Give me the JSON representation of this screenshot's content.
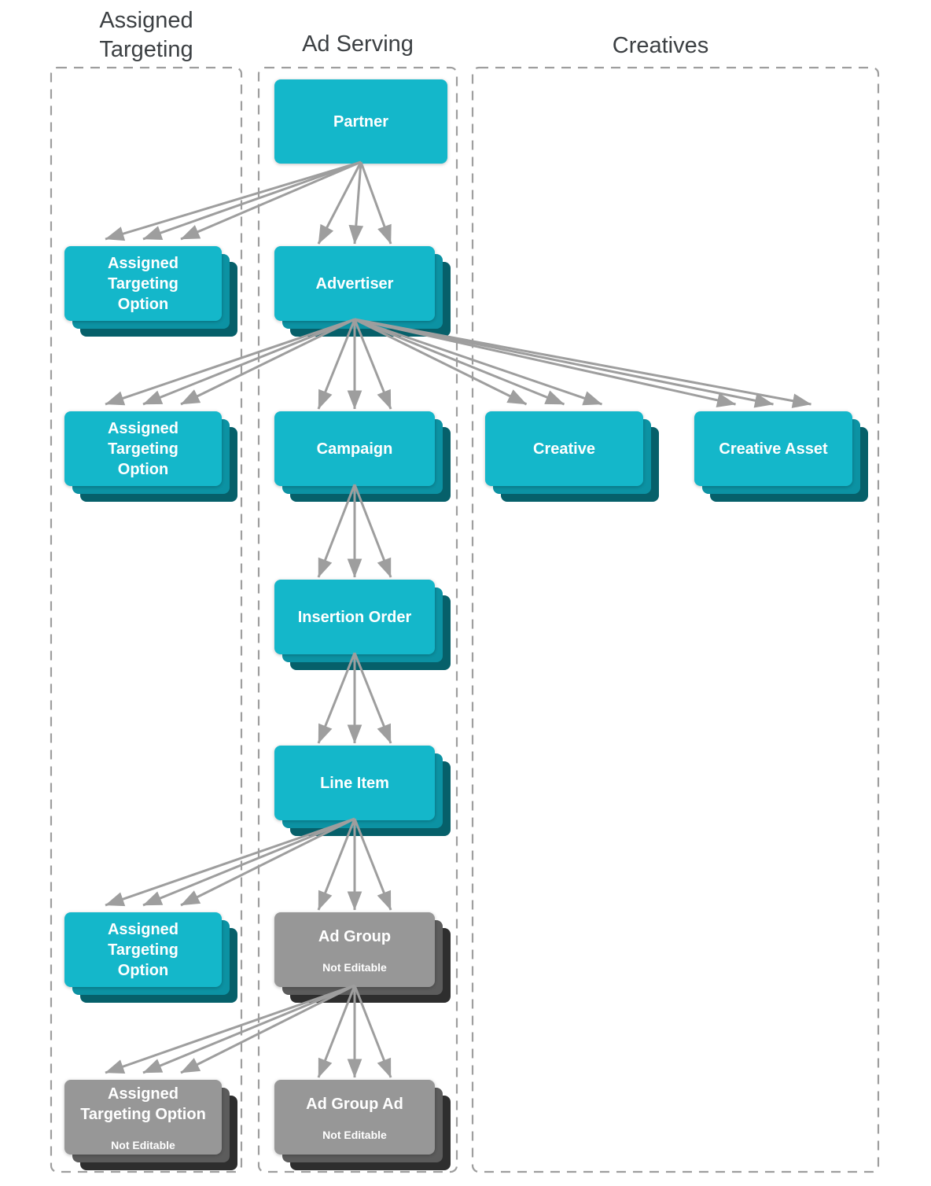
{
  "headers": [
    {
      "id": "assigned-targeting",
      "label": "Assigned Targeting"
    },
    {
      "id": "ad-serving",
      "label": "Ad Serving"
    },
    {
      "id": "creatives",
      "label": "Creatives"
    }
  ],
  "colors": {
    "background": "#ffffff",
    "header_text": "#3c4043",
    "column_border": "#9e9e9e",
    "arrow": "#9e9e9e",
    "box_text": "#ffffff",
    "cyan": {
      "main": "#14b7ca",
      "back1": "#0c92a3",
      "back2": "#06606a"
    },
    "gray": {
      "main": "#979797",
      "back1": "#5c5c5c",
      "back2": "#2e2e2e"
    }
  },
  "diagram": {
    "nodes": [
      {
        "id": "partner",
        "label": "Partner",
        "lines": [
          "Partner"
        ],
        "column": "ad-serving",
        "stacked": false,
        "variant": "cyan"
      },
      {
        "id": "ato1",
        "label": "Assigned Targeting Option",
        "lines": [
          "Assigned",
          "Targeting",
          "Option"
        ],
        "column": "assigned-targeting",
        "stacked": true,
        "variant": "cyan"
      },
      {
        "id": "advertiser",
        "label": "Advertiser",
        "lines": [
          "Advertiser"
        ],
        "column": "ad-serving",
        "stacked": true,
        "variant": "cyan"
      },
      {
        "id": "ato2",
        "label": "Assigned Targeting Option",
        "lines": [
          "Assigned",
          "Targeting",
          "Option"
        ],
        "column": "assigned-targeting",
        "stacked": true,
        "variant": "cyan"
      },
      {
        "id": "campaign",
        "label": "Campaign",
        "lines": [
          "Campaign"
        ],
        "column": "ad-serving",
        "stacked": true,
        "variant": "cyan"
      },
      {
        "id": "creative",
        "label": "Creative",
        "lines": [
          "Creative"
        ],
        "column": "creatives",
        "stacked": true,
        "variant": "cyan"
      },
      {
        "id": "creative-asset",
        "label": "Creative Asset",
        "lines": [
          "Creative Asset"
        ],
        "column": "creatives",
        "stacked": true,
        "variant": "cyan"
      },
      {
        "id": "insertion-order",
        "label": "Insertion Order",
        "lines": [
          "Insertion Order"
        ],
        "column": "ad-serving",
        "stacked": true,
        "variant": "cyan"
      },
      {
        "id": "line-item",
        "label": "Line Item",
        "lines": [
          "Line Item"
        ],
        "column": "ad-serving",
        "stacked": true,
        "variant": "cyan"
      },
      {
        "id": "ato3",
        "label": "Assigned Targeting Option",
        "lines": [
          "Assigned",
          "Targeting",
          "Option"
        ],
        "column": "assigned-targeting",
        "stacked": true,
        "variant": "cyan"
      },
      {
        "id": "ad-group",
        "label": "Ad Group",
        "lines": [
          "Ad Group"
        ],
        "sublabel": "Not Editable",
        "column": "ad-serving",
        "stacked": true,
        "variant": "gray"
      },
      {
        "id": "ato4",
        "label": "Assigned Targeting Option",
        "lines": [
          "Assigned",
          "Targeting Option"
        ],
        "sublabel": "Not Editable",
        "column": "assigned-targeting",
        "stacked": true,
        "variant": "gray"
      },
      {
        "id": "ad-group-ad",
        "label": "Ad Group Ad",
        "lines": [
          "Ad Group Ad"
        ],
        "sublabel": "Not Editable",
        "column": "ad-serving",
        "stacked": true,
        "variant": "gray"
      }
    ],
    "edges": [
      {
        "from": "partner",
        "to": "ato1",
        "arrows": 3
      },
      {
        "from": "partner",
        "to": "advertiser",
        "arrows": 3
      },
      {
        "from": "advertiser",
        "to": "ato2",
        "arrows": 3
      },
      {
        "from": "advertiser",
        "to": "campaign",
        "arrows": 3
      },
      {
        "from": "advertiser",
        "to": "creative",
        "arrows": 3
      },
      {
        "from": "advertiser",
        "to": "creative-asset",
        "arrows": 3
      },
      {
        "from": "campaign",
        "to": "insertion-order",
        "arrows": 3
      },
      {
        "from": "insertion-order",
        "to": "line-item",
        "arrows": 3
      },
      {
        "from": "line-item",
        "to": "ato3",
        "arrows": 3
      },
      {
        "from": "line-item",
        "to": "ad-group",
        "arrows": 3
      },
      {
        "from": "ad-group",
        "to": "ato4",
        "arrows": 3
      },
      {
        "from": "ad-group",
        "to": "ad-group-ad",
        "arrows": 3
      }
    ]
  }
}
